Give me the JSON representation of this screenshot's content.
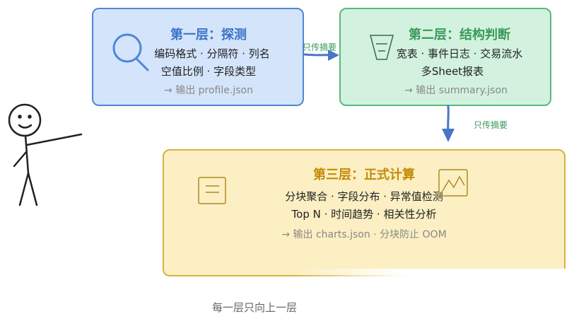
{
  "layer1": {
    "title": "第一层：探测",
    "line1": "编码格式 · 分隔符 · 列名",
    "line2": "空值比例 · 字段类型",
    "output": "→ 输出 profile.json"
  },
  "layer2": {
    "title": "第二层：结构判断",
    "line1": "宽表 · 事件日志 · 交易流水",
    "line2": "多Sheet报表",
    "output": "→ 输出 summary.json"
  },
  "layer3": {
    "title": "第三层：正式计算",
    "line1": "分块聚合 · 字段分布 · 异常值检测",
    "line2": "Top N · 时间趋势 · 相关性分析",
    "output": "→ 输出 charts.json · 分块防止 OOM"
  },
  "edges": {
    "l1_to_l2": "只传摘要",
    "l2_to_l3": "只传摘要"
  },
  "footer": "每一层只向上一层",
  "icons": [
    "magnifier-icon",
    "funnel-icon",
    "document-icon",
    "line-chart-icon",
    "stick-figure"
  ],
  "colors": {
    "layer1_fill": "#d4e4fb",
    "layer1_stroke": "#4f86d6",
    "layer2_fill": "#d2f2df",
    "layer2_stroke": "#55b97c",
    "layer3_fill": "#fbefc3",
    "layer3_stroke": "#d7b23f",
    "arrow": "#4a76c7"
  }
}
